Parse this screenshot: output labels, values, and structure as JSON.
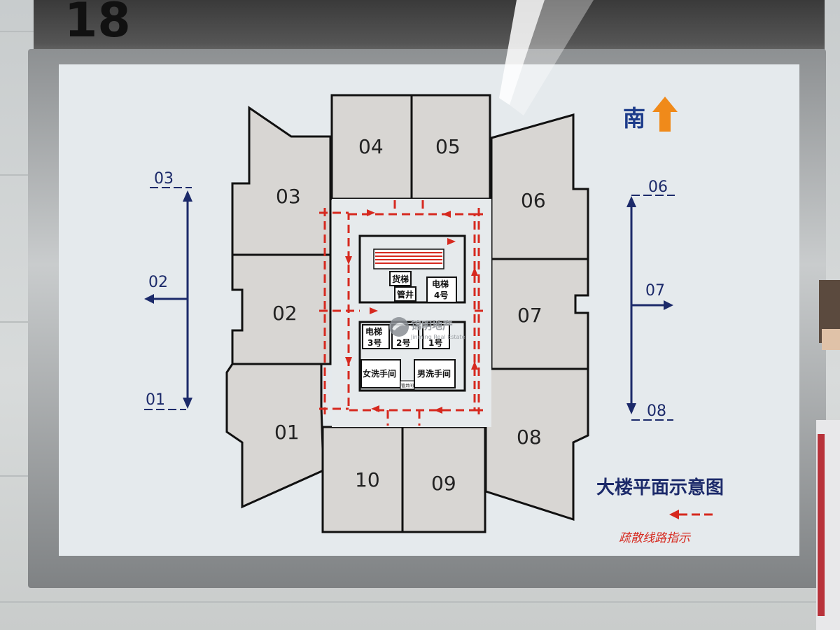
{
  "floor_number": "18",
  "compass": {
    "label": "南"
  },
  "units": {
    "u01": "01",
    "u02": "02",
    "u03": "03",
    "u04": "04",
    "u05": "05",
    "u06": "06",
    "u07": "07",
    "u08": "08",
    "u09": "09",
    "u10": "10"
  },
  "core": {
    "freight_elevator": "货梯",
    "pipe_shaft": "管井",
    "elevator_4_a": "电梯",
    "elevator_4_b": "4号",
    "elevator_3_a": "电梯",
    "elevator_3_b": "3号",
    "elevator_2_b": "2号",
    "elevator_1_b": "1号",
    "womens_restroom": "女洗手间",
    "mens_restroom": "男洗手间",
    "small_room": "管井间"
  },
  "left_guide": {
    "top": "03",
    "mid": "02",
    "bottom": "01"
  },
  "right_guide": {
    "top": "06",
    "mid": "07",
    "bottom": "08"
  },
  "watermark": {
    "cn": "锦明地产",
    "en": "Jinming Real Estate"
  },
  "legend": {
    "title": "大楼平面示意图",
    "route_label": "疏散线路指示"
  },
  "colors": {
    "route_red": "#d6291f",
    "navy": "#1c2a6a",
    "arrow_orange": "#f08a1a",
    "room_fill": "#d8d6d3"
  }
}
